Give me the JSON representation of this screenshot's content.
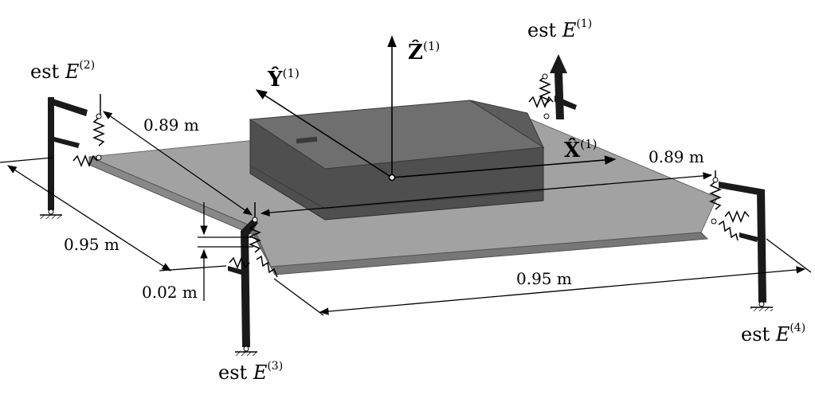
{
  "diagram": {
    "dimensions": {
      "d_left_top": "0.89 m",
      "d_right_top": "0.89 m",
      "d_left_side": "0.95 m",
      "d_front": "0.95 m",
      "d_thickness": "0.02 m"
    },
    "supports": {
      "s1": {
        "prefix": "est",
        "var": "E",
        "index": "(1)"
      },
      "s2": {
        "prefix": "est",
        "var": "E",
        "index": "(2)"
      },
      "s3": {
        "prefix": "est",
        "var": "E",
        "index": "(3)"
      },
      "s4": {
        "prefix": "est",
        "var": "E",
        "index": "(4)"
      }
    },
    "axes": {
      "x": {
        "symbol": "X̂",
        "index": "(1)"
      },
      "y": {
        "symbol": "Ŷ",
        "index": "(1)"
      },
      "z": {
        "symbol": "Ẑ",
        "index": "(1)"
      }
    },
    "colors": {
      "plate_top": "#a2a2a2",
      "plate_edge": "#7a7a7a",
      "box_top": "#6f6f6f",
      "box_front": "#4f4f4f",
      "box_side": "#5c5c5c",
      "frame": "#1a1a1a"
    }
  }
}
